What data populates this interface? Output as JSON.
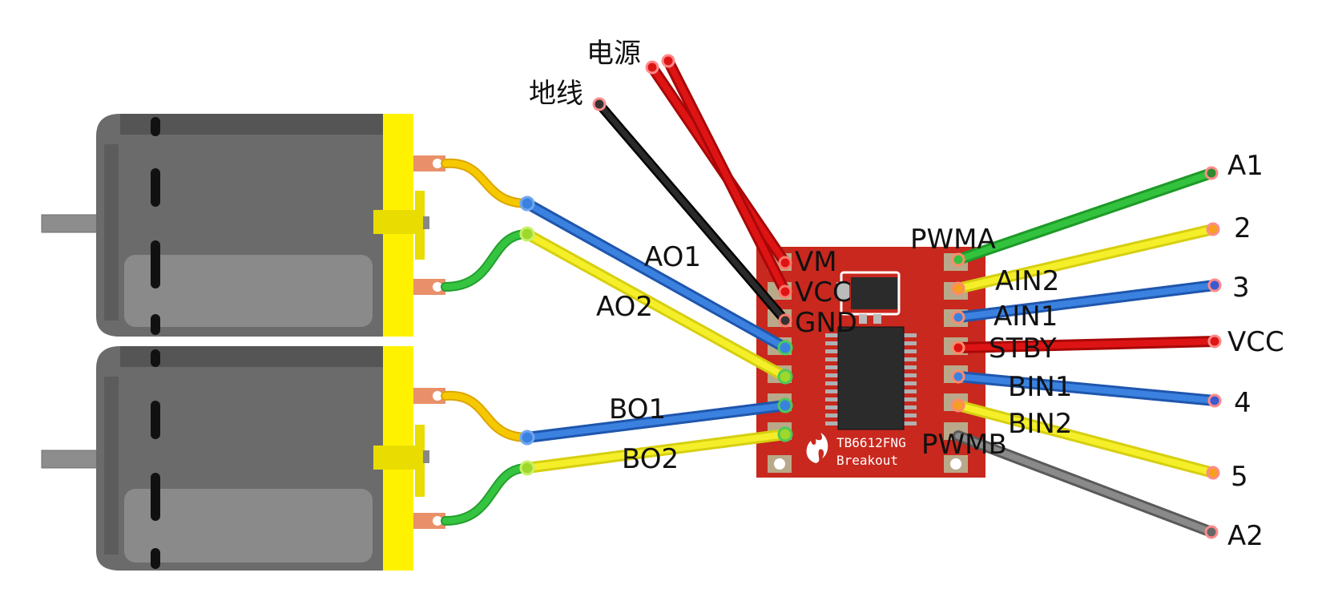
{
  "supply_labels": {
    "power": "电源",
    "ground": "地线"
  },
  "board": {
    "name": "TB6612FNG",
    "subtitle": "Breakout",
    "left_pins": [
      "VM",
      "VCC",
      "GND"
    ],
    "right_pins": [
      "PWMA",
      "AIN2",
      "AIN1",
      "STBY",
      "BIN1",
      "BIN2",
      "PWMB"
    ]
  },
  "motor_outputs": [
    "AO1",
    "AO2",
    "BO1",
    "BO2"
  ],
  "controller_ends": [
    "A1",
    "2",
    "3",
    "VCC",
    "4",
    "5",
    "A2"
  ],
  "colors": {
    "board": "#c8281e",
    "wire_red": "#d10f0f",
    "wire_black": "#1a1a1a",
    "wire_blue": "#2a6fd6",
    "wire_yellow": "#f2ea1a",
    "wire_green": "#2fbf3a",
    "wire_gray": "#777777",
    "motor_body": "#6b6b6b",
    "motor_cap": "#fff200"
  }
}
